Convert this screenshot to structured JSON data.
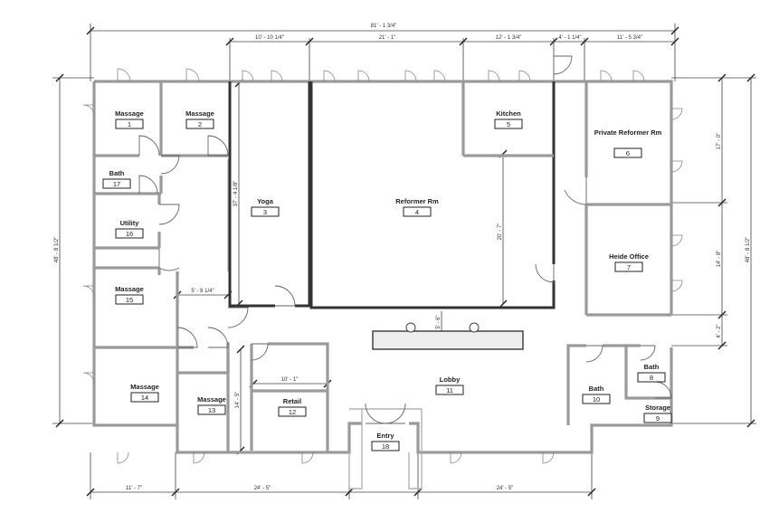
{
  "rooms": [
    {
      "id": "massage-1",
      "name": "Massage",
      "number": "1"
    },
    {
      "id": "massage-2",
      "name": "Massage",
      "number": "2"
    },
    {
      "id": "yoga-3",
      "name": "Yoga",
      "number": "3"
    },
    {
      "id": "reformer-4",
      "name": "Reformer Rm",
      "number": "4"
    },
    {
      "id": "kitchen-5",
      "name": "Kitchen",
      "number": "5"
    },
    {
      "id": "private-reformer-6",
      "name": "Private Reformer Rm",
      "number": "6"
    },
    {
      "id": "heide-office-7",
      "name": "Heide Office",
      "number": "7"
    },
    {
      "id": "bath-8",
      "name": "Bath",
      "number": "8"
    },
    {
      "id": "storage-9",
      "name": "Storage",
      "number": "9"
    },
    {
      "id": "bath-10",
      "name": "Bath",
      "number": "10"
    },
    {
      "id": "lobby-11",
      "name": "Lobby",
      "number": "11"
    },
    {
      "id": "retail-12",
      "name": "Retail",
      "number": "12"
    },
    {
      "id": "massage-13",
      "name": "Massage",
      "number": "13"
    },
    {
      "id": "massage-14",
      "name": "Massage",
      "number": "14"
    },
    {
      "id": "massage-15",
      "name": "Massage",
      "number": "15"
    },
    {
      "id": "utility-16",
      "name": "Utility",
      "number": "16"
    },
    {
      "id": "bath-17",
      "name": "Bath",
      "number": "17"
    },
    {
      "id": "entry-18",
      "name": "Entry",
      "number": "18"
    }
  ],
  "dimensions": {
    "overall_width": "81' - 1 3/4\"",
    "yoga_width": "10' - 10 1/4\"",
    "reformer_width": "21' - 1\"",
    "kitchen_width": "12' - 1 3/4\"",
    "corridor_width": "4' - 1 1/4\"",
    "private_reformer_width": "11' - 5 3/4\"",
    "overall_height_left": "48' - 8 1/2\"",
    "overall_height_right": "48' - 8 1/2\"",
    "yoga_height": "37' - 4 1/8\"",
    "reformer_height": "20' - 7\"",
    "private_reformer_height": "17' - 0\"",
    "office_height": "14' - 8\"",
    "right_small": "4' - 2\"",
    "corridor_left": "5' - 8 1/4\"",
    "massage13_height": "14' - 5\"",
    "retail_width": "10' - 1\"",
    "counter_depth": "5' - 6\"",
    "bottom_left": "11' - 7\"",
    "bottom_mid": "24' - 5\"",
    "bottom_right": "24' - 5\""
  }
}
